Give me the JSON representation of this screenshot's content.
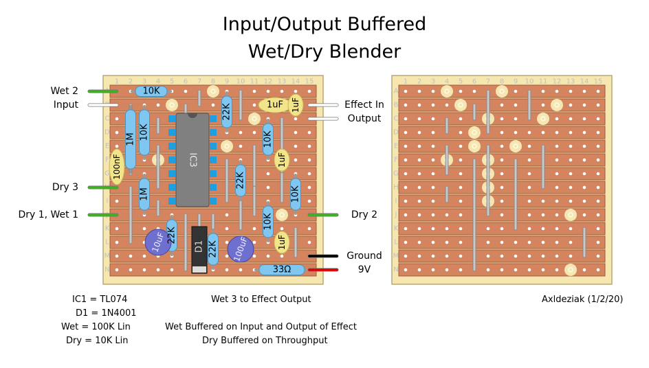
{
  "title": {
    "line1": "Input/Output Buffered",
    "line2": "Wet/Dry Blender"
  },
  "board": {
    "columns": [
      "1",
      "2",
      "3",
      "4",
      "5",
      "6",
      "7",
      "8",
      "9",
      "10",
      "11",
      "12",
      "13",
      "14",
      "15"
    ],
    "rows": [
      "A",
      "B",
      "C",
      "D",
      "E",
      "F",
      "G",
      "H",
      "I",
      "J",
      "K",
      "L",
      "M",
      "N"
    ],
    "colors": {
      "board": "#f6e6b0",
      "strip": "#d4845e",
      "strip_edge": "#a25a3a",
      "hole": "#ffffff",
      "label": "#bfbfbf",
      "resistor": "#7fc6f0",
      "cap": "#f2e48a",
      "ecap": "#6f6fd0",
      "ic": "#808080",
      "pin": "#1ea0e0",
      "wire": "#b3b3b3",
      "diode": "#333333"
    }
  },
  "wires_left": [
    {
      "label": "Wet 2",
      "row": "A",
      "color": "#3cb41e"
    },
    {
      "label": "Input",
      "row": "B",
      "color": "#ffffff"
    },
    {
      "label": "Dry 3",
      "row": "H",
      "color": "#3cb41e"
    },
    {
      "label": "Dry 1, Wet 1",
      "row": "J",
      "color": "#3cb41e"
    }
  ],
  "wires_right": [
    {
      "label": "Effect In",
      "row": "B",
      "color": "#ffffff"
    },
    {
      "label": "Output",
      "row": "C",
      "color": "#ffffff"
    },
    {
      "label": "Dry 2",
      "row": "J",
      "color": "#3cb41e"
    },
    {
      "label": "Ground",
      "row": "M",
      "color": "#000000"
    },
    {
      "label": "9V",
      "row": "N",
      "color": "#e00000"
    }
  ],
  "components": {
    "resistors": [
      {
        "value": "10K",
        "c1": 2,
        "r1": 0,
        "c2": 5,
        "r2": 0
      },
      {
        "value": "10K",
        "c1": 3,
        "r1": 1,
        "c2": 3,
        "r2": 5
      },
      {
        "value": "1M",
        "c1": 2,
        "r1": 1,
        "c2": 2,
        "r2": 6
      },
      {
        "value": "1M",
        "c1": 3,
        "r1": 6,
        "c2": 3,
        "r2": 9
      },
      {
        "value": "22K",
        "c1": 9,
        "r1": 0,
        "c2": 9,
        "r2": 3
      },
      {
        "value": "22K",
        "c1": 10,
        "r1": 5,
        "c2": 10,
        "r2": 8
      },
      {
        "value": "10K",
        "c1": 12,
        "r1": 2,
        "c2": 12,
        "r2": 5
      },
      {
        "value": "10K",
        "c1": 12,
        "r1": 8,
        "c2": 12,
        "r2": 11
      },
      {
        "value": "10K",
        "c1": 14,
        "r1": 6,
        "c2": 14,
        "r2": 9
      },
      {
        "value": "22K",
        "c1": 5,
        "r1": 9,
        "c2": 5,
        "r2": 12
      },
      {
        "value": "22K",
        "c1": 8,
        "r1": 10,
        "c2": 8,
        "r2": 13
      },
      {
        "value": "33Ω",
        "c1": 11,
        "r1": 13,
        "c2": 15,
        "r2": 13
      }
    ],
    "caps": [
      {
        "value": "1uF",
        "c1": 11,
        "r1": 1,
        "c2": 14,
        "r2": 1
      },
      {
        "value": "1uF",
        "c1": 14,
        "r1": 0,
        "c2": 14,
        "r2": 2
      },
      {
        "value": "1uF",
        "c1": 13,
        "r1": 4,
        "c2": 13,
        "r2": 6
      },
      {
        "value": "1uF",
        "c1": 13,
        "r1": 10,
        "c2": 13,
        "r2": 12
      },
      {
        "value": "100nF",
        "c1": 1,
        "r1": 4,
        "c2": 1,
        "r2": 7
      }
    ],
    "ecaps": [
      {
        "value": "10uF",
        "c": 4,
        "r": 11
      },
      {
        "value": "100uF",
        "c": 10,
        "r": 11.5
      }
    ],
    "ic": {
      "label": "IC3",
      "c1": 5,
      "c2": 8,
      "r1": 2,
      "r2": 8
    },
    "diode": {
      "label": "D1",
      "c": 7,
      "r1": 10,
      "r2": 13
    },
    "jumpers_left": [
      [
        2,
        1,
        2,
        6
      ],
      [
        4,
        2,
        4,
        3
      ],
      [
        4,
        4,
        4,
        7
      ],
      [
        4,
        8,
        4,
        9
      ],
      [
        7,
        0,
        7,
        1
      ],
      [
        6,
        1,
        6,
        2
      ],
      [
        10,
        0,
        10,
        2
      ],
      [
        11,
        4,
        11,
        7
      ],
      [
        11,
        7,
        11,
        9
      ],
      [
        12,
        9,
        12,
        10
      ],
      [
        10,
        8,
        10,
        10
      ],
      [
        13,
        2,
        13,
        6
      ],
      [
        6,
        9,
        6,
        13
      ],
      [
        7,
        9,
        7,
        13
      ],
      [
        3,
        7,
        3,
        8
      ],
      [
        2,
        7,
        2,
        11
      ],
      [
        14,
        10,
        14,
        12
      ],
      [
        13,
        6,
        13,
        8
      ],
      [
        9,
        5,
        9,
        8
      ],
      [
        8,
        9,
        8,
        10
      ]
    ],
    "jumpers_right": [
      [
        7,
        0,
        7,
        3
      ],
      [
        10,
        0,
        10,
        2
      ],
      [
        6,
        1,
        6,
        2
      ],
      [
        4,
        2,
        4,
        3
      ],
      [
        4,
        4,
        4,
        6
      ],
      [
        7,
        4,
        7,
        9
      ],
      [
        11,
        4,
        11,
        7
      ],
      [
        6,
        5,
        6,
        13
      ],
      [
        9,
        5,
        9,
        10
      ],
      [
        4,
        7,
        4,
        8
      ],
      [
        14,
        10,
        14,
        12
      ]
    ],
    "cuts_left": [
      [
        8,
        0
      ],
      [
        5,
        1
      ],
      [
        11,
        2
      ],
      [
        4,
        5
      ],
      [
        9,
        4
      ],
      [
        13,
        9
      ]
    ],
    "cuts_right": [
      [
        4,
        0
      ],
      [
        8,
        0
      ],
      [
        5,
        1
      ],
      [
        12,
        1
      ],
      [
        7,
        2
      ],
      [
        11,
        2
      ],
      [
        6,
        3
      ],
      [
        6,
        4
      ],
      [
        9,
        4
      ],
      [
        4,
        5
      ],
      [
        7,
        5
      ],
      [
        7,
        6
      ],
      [
        7,
        7
      ],
      [
        7,
        8
      ],
      [
        13,
        9
      ],
      [
        13,
        13
      ]
    ]
  },
  "notes": {
    "parts": [
      "IC1 = TL074",
      "D1 = 1N4001",
      "Wet = 100K Lin",
      "Dry = 10K Lin"
    ],
    "wiring": [
      "Wet 3 to Effect Output",
      "Wet Buffered on Input and Output of Effect",
      "Dry Buffered on Throughput"
    ],
    "author": "Axldeziak (1/2/20)"
  }
}
